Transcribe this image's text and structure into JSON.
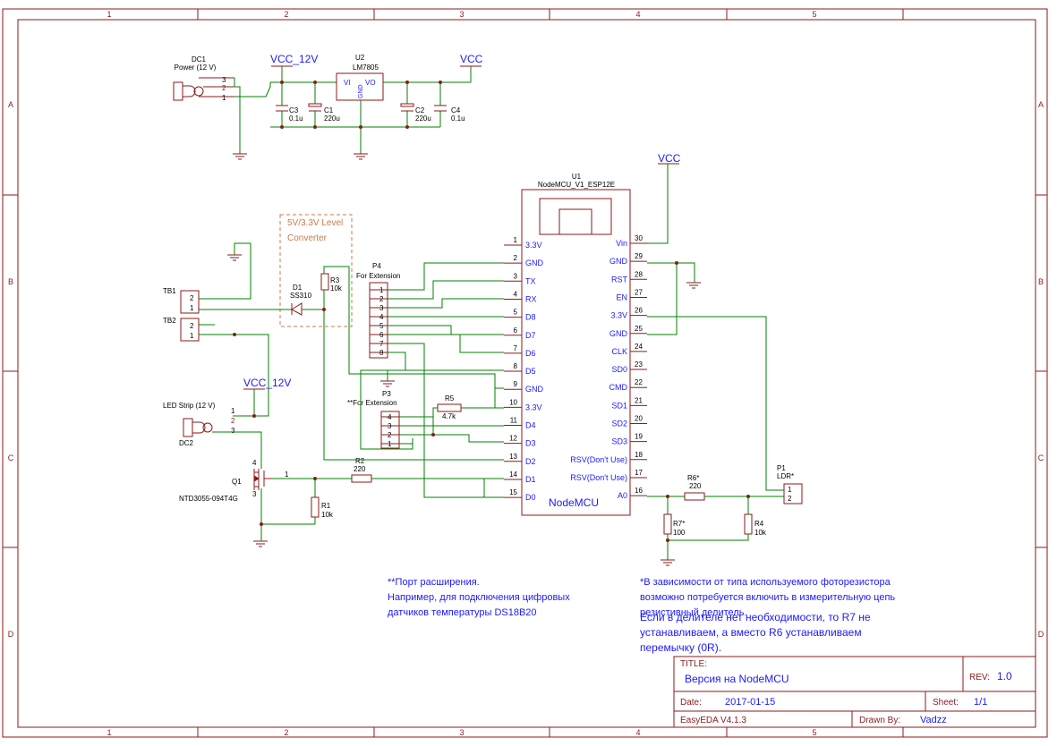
{
  "frame": {
    "cols": [
      "1",
      "2",
      "3",
      "4",
      "5"
    ],
    "rows": [
      "A",
      "B",
      "C",
      "D"
    ]
  },
  "power": {
    "dc1_ref": "DC1",
    "dc1_value": "Power (12 V)",
    "dc1_pins": [
      "3",
      "2",
      "1"
    ],
    "vcc12_top": "VCC_12V",
    "vcc_top": "VCC",
    "u2_ref": "U2",
    "u2_value": "LM7805",
    "u2_vi": "VI",
    "u2_vo": "VO",
    "u2_gnd": "GND",
    "c3_ref": "C3",
    "c3_value": "0.1u",
    "c1_ref": "C1",
    "c1_value": "220u",
    "c2_ref": "C2",
    "c2_value": "220u",
    "c4_ref": "C4",
    "c4_value": "0.1u"
  },
  "mcu": {
    "ref": "U1",
    "value": "NodeMCU_V1_ESP12E",
    "name": "NodeMCU",
    "vcc": "VCC",
    "left_pins": [
      {
        "num": "1",
        "name": "3.3V"
      },
      {
        "num": "2",
        "name": "GND"
      },
      {
        "num": "3",
        "name": "TX"
      },
      {
        "num": "4",
        "name": "RX"
      },
      {
        "num": "5",
        "name": "D8"
      },
      {
        "num": "6",
        "name": "D7"
      },
      {
        "num": "7",
        "name": "D6"
      },
      {
        "num": "8",
        "name": "D5"
      },
      {
        "num": "9",
        "name": "GND"
      },
      {
        "num": "10",
        "name": "3.3V"
      },
      {
        "num": "11",
        "name": "D4"
      },
      {
        "num": "12",
        "name": "D3"
      },
      {
        "num": "13",
        "name": "D2"
      },
      {
        "num": "14",
        "name": "D1"
      },
      {
        "num": "15",
        "name": "D0"
      }
    ],
    "right_pins": [
      {
        "num": "30",
        "name": "Vin"
      },
      {
        "num": "29",
        "name": "GND"
      },
      {
        "num": "28",
        "name": "RST"
      },
      {
        "num": "27",
        "name": "EN"
      },
      {
        "num": "26",
        "name": "3.3V"
      },
      {
        "num": "25",
        "name": "GND"
      },
      {
        "num": "24",
        "name": "CLK"
      },
      {
        "num": "23",
        "name": "SD0"
      },
      {
        "num": "22",
        "name": "CMD"
      },
      {
        "num": "21",
        "name": "SD1"
      },
      {
        "num": "20",
        "name": "SD2"
      },
      {
        "num": "19",
        "name": "SD3"
      },
      {
        "num": "18",
        "name": "RSV(Don't Use)"
      },
      {
        "num": "17",
        "name": "RSV(Don't Use)"
      },
      {
        "num": "16",
        "name": "A0"
      }
    ]
  },
  "level": {
    "label_line1": "5V/3.3V Level",
    "label_line2": "Converter",
    "d1_ref": "D1",
    "d1_value": "SS310",
    "r3_ref": "R3",
    "r3_value": "10k"
  },
  "terminals": {
    "tb1": "TB1",
    "tb2": "TB2",
    "pins": [
      "2",
      "1"
    ]
  },
  "p4": {
    "ref": "P4",
    "value": "For Extension",
    "pins": [
      "1",
      "2",
      "3",
      "4",
      "5",
      "6",
      "7",
      "8"
    ]
  },
  "p3": {
    "ref": "P3",
    "value": "**For Extension",
    "pins": [
      "4",
      "3",
      "2",
      "1"
    ]
  },
  "r5": {
    "ref": "R5",
    "value": "4.7k"
  },
  "strip": {
    "vcc12": "VCC_12V",
    "label": "LED Strip (12 V)",
    "ref": "DC2",
    "pins": [
      "1",
      "2",
      "3"
    ]
  },
  "driver": {
    "q1_ref": "Q1",
    "q1_value": "NTD3055-094T4G",
    "q1_pins": [
      "4",
      "1",
      "3"
    ],
    "r2_ref": "R2",
    "r2_value": "220",
    "r1_ref": "R1",
    "r1_value": "10k"
  },
  "sensor": {
    "r6_ref": "R6*",
    "r6_value": "220",
    "r7_ref": "R7*",
    "r7_value": "100",
    "r4_ref": "R4",
    "r4_value": "10k",
    "p1_ref": "P1",
    "p1_value": "LDR*",
    "p1_pins": [
      "1",
      "2"
    ]
  },
  "notes": {
    "left": [
      "**Порт расширения.",
      "Например, для подключения цифровых",
      "датчиков температуры DS18B20"
    ],
    "right1": [
      "*В зависимости от типа используемого фоторезистора",
      "возможно потребуется включить в измерительную цепь",
      "резистивный делитель."
    ],
    "right2": [
      "Если в делителе нет необходимости, то R7 не",
      "устанавливаем, а вместо R6 устанавливаем",
      "перемычку (0R)."
    ]
  },
  "title_block": {
    "title_label": "TITLE:",
    "title": "Версия на NodeMCU",
    "rev_label": "REV:",
    "rev": "1.0",
    "date_label": "Date:",
    "date": "2017-01-15",
    "sheet_label": "Sheet:",
    "sheet": "1/1",
    "tool": "EasyEDA V4.1.3",
    "drawn_label": "Drawn By:",
    "drawn": "Vadzz"
  }
}
